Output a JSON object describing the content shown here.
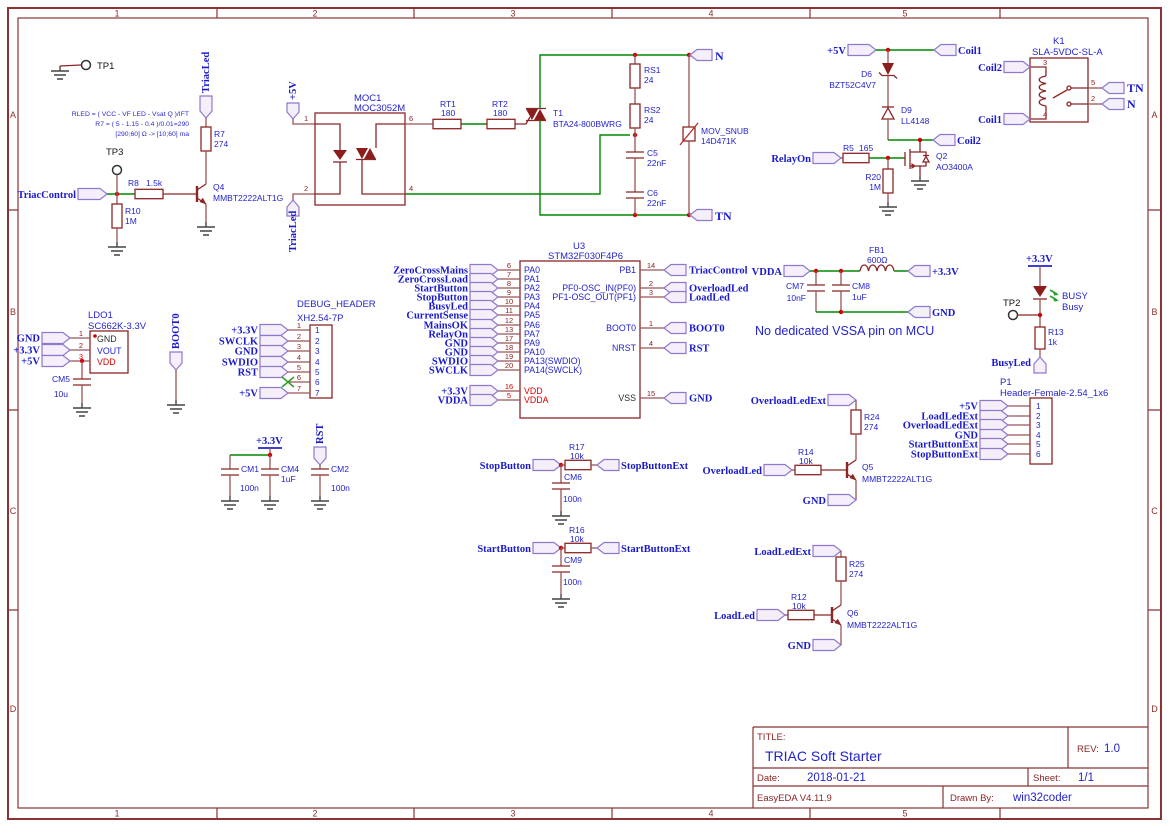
{
  "frame": {
    "cols": [
      "1",
      "2",
      "3",
      "4",
      "5"
    ],
    "rows": [
      "A",
      "B",
      "C",
      "D"
    ]
  },
  "titleblock": {
    "title_label": "TITLE:",
    "title": "TRIAC Soft Starter",
    "rev_label": "REV:",
    "rev": "1.0",
    "date_label": "Date:",
    "date": "2018-01-21",
    "sheet_label": "Sheet:",
    "sheet": "1/1",
    "tool": "EasyEDA V4.11.9",
    "drawn_label": "Drawn By:",
    "drawn_by": "win32coder"
  },
  "notes": {
    "formula1": "RLED = ( VCC - VF LED - Vsat Q )/IFT",
    "formula2": "R7 = ( 5 - 1.15 - 0.4 )/0.01=290",
    "formula3": "[290;60] Ω -> [10;60] ma",
    "vssa": "No dedicated VSSA pin on MCU"
  },
  "testpoints": {
    "tp1": "TP1",
    "tp2": "TP2",
    "tp3": "TP3"
  },
  "parts": {
    "r7": [
      "R7",
      "274"
    ],
    "r8": [
      "R8",
      "1.5k"
    ],
    "r10": [
      "R10",
      "1M"
    ],
    "q4": [
      "Q4",
      "MMBT2222ALT1G"
    ],
    "moc1": [
      "MOC1",
      "MOC3052M"
    ],
    "rt1": [
      "RT1",
      "180"
    ],
    "rt2": [
      "RT2",
      "180"
    ],
    "t1": [
      "T1",
      "BTA24-800BWRG"
    ],
    "rs1": [
      "RS1",
      "24"
    ],
    "rs2": [
      "RS2",
      "24"
    ],
    "c5": [
      "C5",
      "22nF"
    ],
    "c6": [
      "C6",
      "22nF"
    ],
    "mov": [
      "MOV_SNUB",
      "14D471K"
    ],
    "d6": [
      "D6",
      "BZT52C4V7"
    ],
    "d9": [
      "D9",
      "LL4148"
    ],
    "r5": [
      "R5",
      "165"
    ],
    "r20": [
      "R20",
      "1M"
    ],
    "q2": [
      "Q2",
      "AO3400A"
    ],
    "k1": [
      "K1",
      "SLA-5VDC-SL-A"
    ],
    "u3": [
      "U3",
      "STM32F030F4P6"
    ],
    "dbg": [
      "DEBUG_HEADER",
      "XH2.54-7P"
    ],
    "ldo1": [
      "LDO1",
      "SC662K-3.3V"
    ],
    "cm5": [
      "CM5",
      "10u"
    ],
    "cm1": [
      "CM1",
      "100n"
    ],
    "cm4": [
      "CM4",
      "1uF"
    ],
    "cm2": [
      "CM2",
      "100n"
    ],
    "fb1": [
      "FB1",
      "600Ω"
    ],
    "cm7": [
      "CM7",
      "10nF"
    ],
    "cm8": [
      "CM8",
      "1uF"
    ],
    "led_busy": [
      "BUSY",
      "Busy"
    ],
    "r13": [
      "R13",
      "1k"
    ],
    "p1": [
      "P1",
      "Header-Female-2.54_1x6"
    ],
    "r17": [
      "R17",
      "10k"
    ],
    "cm6": [
      "CM6",
      "100n"
    ],
    "r16": [
      "R16",
      "10k"
    ],
    "cm9": [
      "CM9",
      "100n"
    ],
    "r24": [
      "R24",
      "274"
    ],
    "r14": [
      "R14",
      "10k"
    ],
    "q5": [
      "Q5",
      "MMBT2222ALT1G"
    ],
    "r25": [
      "R25",
      "274"
    ],
    "r12": [
      "R12",
      "10k"
    ],
    "q6": [
      "Q6",
      "MMBT2222ALT1G"
    ]
  },
  "nets": {
    "triaccontrol": "TriacControl",
    "triacled": "TriacLed",
    "p5v": "+5V",
    "p3v3": "+3.3V",
    "n": "N",
    "tn": "TN",
    "coil1": "Coil1",
    "coil2": "Coil2",
    "relayon": "RelayOn",
    "vdda": "VDDA",
    "gnd": "GND",
    "boot0": "BOOT0",
    "rst": "RST",
    "swdio": "SWDIO",
    "swclk": "SWCLK",
    "busyled": "BusyLed",
    "zerocrossmains": "ZeroCrossMains",
    "zerocrossload": "ZeroCrossLoad",
    "startbutton": "StartButton",
    "stopbutton": "StopButton",
    "currentsense": "CurrentSense",
    "mainsok": "MainsOK",
    "overloadled": "OverloadLed",
    "loadled": "LoadLed",
    "stopbuttonext": "StopButtonExt",
    "startbuttonext": "StartButtonExt",
    "overloadledext": "OverloadLedExt",
    "loadledext": "LoadLedExt"
  },
  "u3_pins": {
    "left": [
      [
        "6",
        "PA0"
      ],
      [
        "7",
        "PA1"
      ],
      [
        "8",
        "PA2"
      ],
      [
        "9",
        "PA3"
      ],
      [
        "10",
        "PA4"
      ],
      [
        "11",
        "PA5"
      ],
      [
        "12",
        "PA6"
      ],
      [
        "13",
        "PA7"
      ],
      [
        "17",
        "PA9"
      ],
      [
        "18",
        "PA10"
      ],
      [
        "19",
        "PA13(SWDIO)"
      ],
      [
        "20",
        "PA14(SWCLK)"
      ]
    ],
    "power": [
      [
        "16",
        "VDD"
      ],
      [
        "5",
        "VDDA"
      ]
    ],
    "right": [
      [
        "14",
        "PB1"
      ],
      [
        "2",
        "PF0-OSC_IN(PF0)"
      ],
      [
        "3",
        "PF1-OSC_OUT(PF1)"
      ],
      [
        "1",
        "BOOT0"
      ],
      [
        "4",
        "NRST"
      ],
      [
        "15",
        "VSS"
      ]
    ]
  },
  "dbg_pins": [
    "1",
    "2",
    "3",
    "4",
    "5",
    "6",
    "7"
  ],
  "p1_pins": [
    "1",
    "2",
    "3",
    "4",
    "5",
    "6"
  ],
  "ldo_pins": {
    "nums": [
      "1",
      "2",
      "3"
    ],
    "names": [
      "GND",
      "VOUT",
      "VDD"
    ]
  },
  "k1_pins": {
    "p3": "3",
    "p4": "4",
    "p5": "5",
    "p2": "2"
  }
}
